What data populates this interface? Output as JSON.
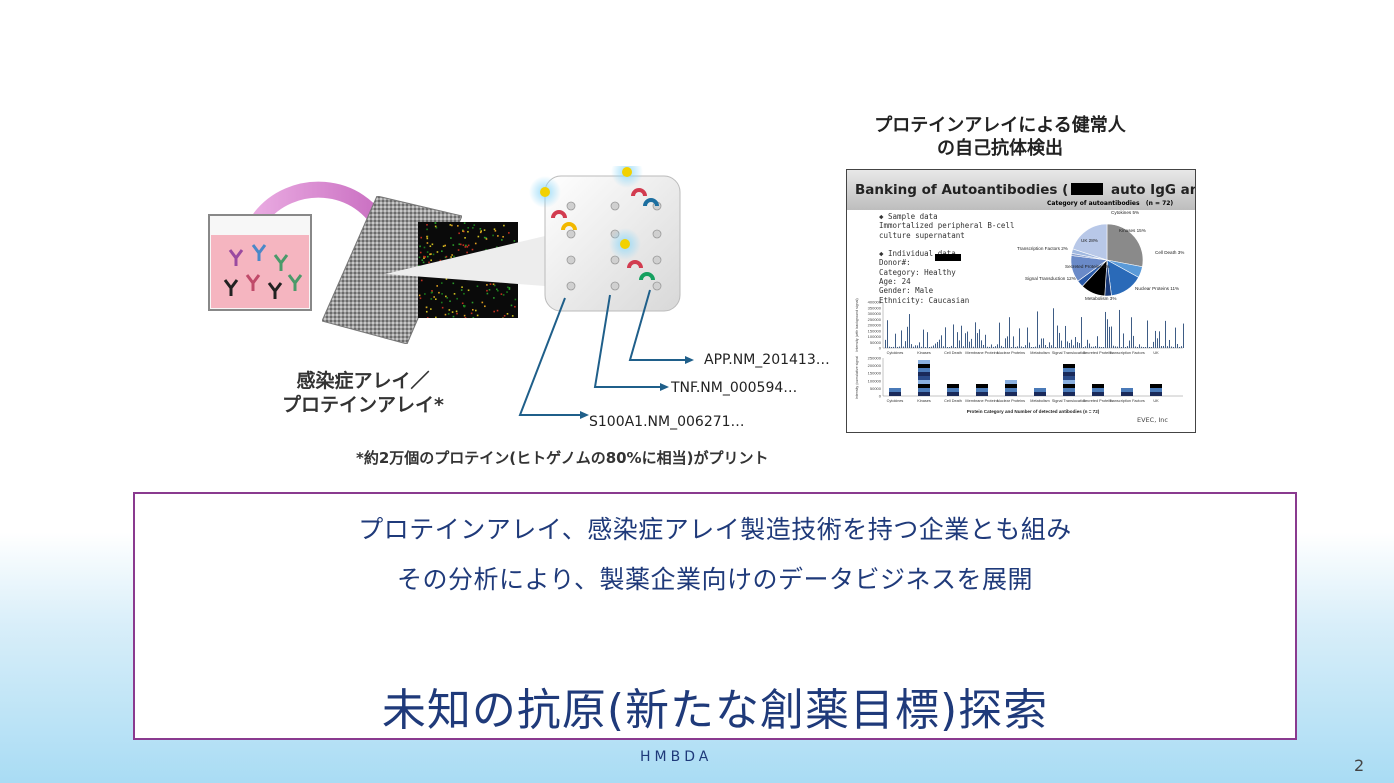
{
  "left_figure": {
    "caption_line1": "感染症アレイ／",
    "caption_line2": "プロテインアレイ*",
    "genes": [
      "APP.NM_201413…",
      "TNF.NM_000594…",
      "S100A1.NM_006271…"
    ],
    "footnote": "*約2万個のプロテイン(ヒトゲノムの80%に相当)がプリント"
  },
  "right_figure": {
    "title_line1": "プロテインアレイによる健常人",
    "title_line2": "の自己抗体検出",
    "report_title_pre": "Banking of Autoantibodies (",
    "report_title_post": " auto IgG antibody)",
    "pie_title": "Category of autoantibodies",
    "pie_n": "(n = 72)",
    "info": [
      "◆ Sample data",
      "Immortalized peripheral B-cell",
      "culture supernatant",
      "",
      "◆ Individual data",
      "Donor#:",
      "Category: Healthy",
      "Age: 24",
      "Gender: Male",
      "Ethnicity: Caucasian"
    ],
    "pie_labels": [
      "Cytokines 5%",
      "Kinases 15%",
      "Cell Death 3%",
      "Nuclear Proteins 11%",
      "Metabolism 3%",
      "Signal Transduction 12%",
      "Secreted Proteins 1%",
      "Transcription Factors 2%",
      "UK 28%"
    ],
    "categories": [
      "Cytokines",
      "Kinases",
      "Cell Death",
      "Membrane Proteins",
      "Nuclear Proteins",
      "Metabolism",
      "Signal Translocation",
      "Secreted Proteins",
      "Transcription Factors",
      "UK"
    ],
    "y1_ticks": [
      "400000",
      "350000",
      "300000",
      "250000",
      "200000",
      "150000",
      "100000",
      "50000",
      "0"
    ],
    "y2_ticks": [
      "250000",
      "200000",
      "150000",
      "100000",
      "50000",
      "0"
    ],
    "y1_label": "Intensity (with background signal)",
    "y2_label": "Intensity (cumulative signal)",
    "x_label": "Protein Category and Number of detected antibodies (n = 72)",
    "brand": "EVEC, Inc"
  },
  "main_box": {
    "line1": "プロテインアレイ、感染症アレイ製造技術を持つ企業とも組み",
    "line2": "その分析により、製薬企業向けのデータビジネスを展開",
    "headline": "未知の抗原(新たな創薬目標)探索"
  },
  "footer": "HMBDA",
  "page_number": "2",
  "colors": {
    "headline": "#1f3a7a",
    "box_border": "#8a3a8f"
  }
}
